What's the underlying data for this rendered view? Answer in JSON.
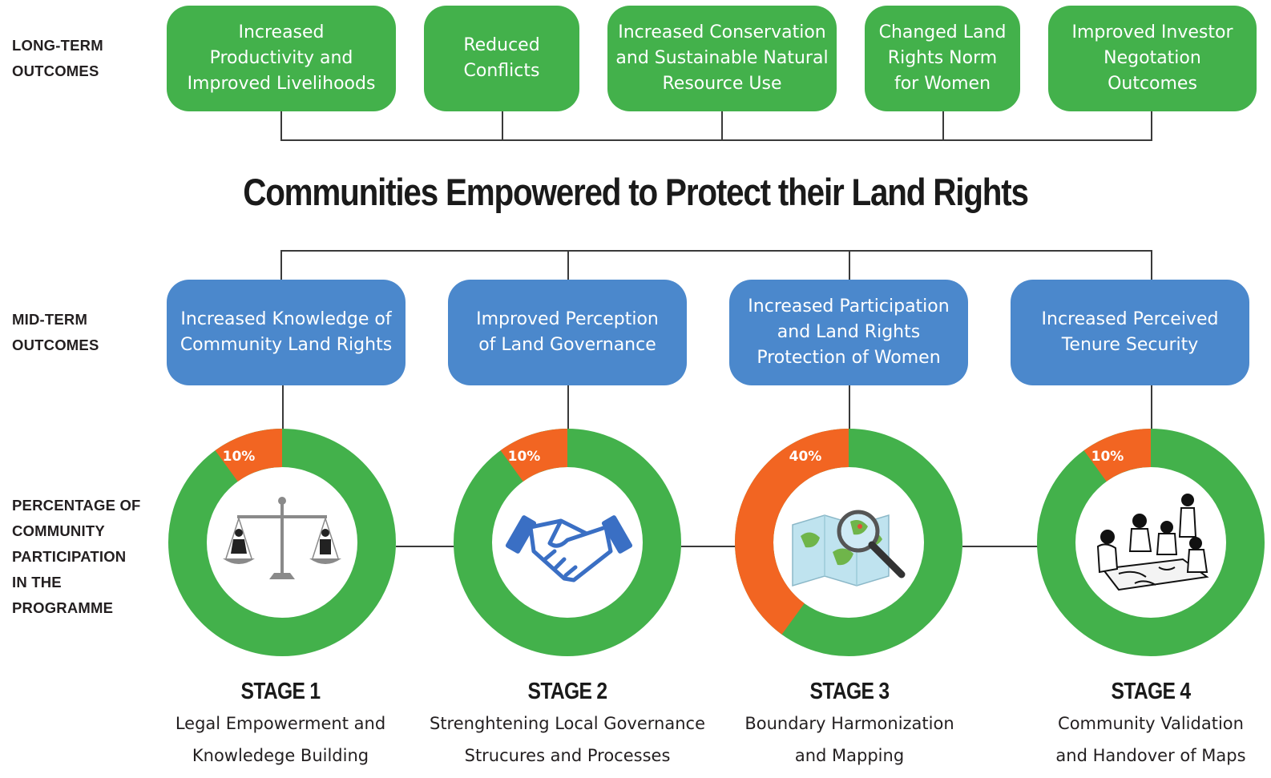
{
  "row_labels": {
    "long_term": [
      "LONG-TERM",
      "OUTCOMES"
    ],
    "mid_term": [
      "MID-TERM",
      "OUTCOMES"
    ],
    "participation": [
      "PERCENTAGE OF",
      "COMMUNITY",
      "PARTICIPATION",
      "IN THE",
      "PROGRAMME"
    ]
  },
  "title": "Communities Empowered to Protect their Land Rights",
  "long_term_outcomes": [
    [
      "Increased",
      "Productivity and",
      "Improved Livelihoods"
    ],
    [
      "Reduced",
      "Conflicts"
    ],
    [
      "Increased Conservation",
      "and Sustainable Natural",
      "Resource Use"
    ],
    [
      "Changed Land",
      "Rights Norm",
      "for Women"
    ],
    [
      "Improved Investor",
      "Negotation",
      "Outcomes"
    ]
  ],
  "mid_term_outcomes": [
    [
      "Increased Knowledge of",
      "Community Land Rights"
    ],
    [
      "Improved Perception",
      "of Land Governance"
    ],
    [
      "Increased Participation",
      "and Land Rights",
      "Protection of Women"
    ],
    [
      "Increased Perceived",
      "Tenure Security"
    ]
  ],
  "stages": [
    {
      "title": "STAGE 1",
      "desc": [
        "Legal Empowerment and",
        "Knowledege Building"
      ],
      "percent_label": "10%",
      "icon": "scales-of-justice-icon"
    },
    {
      "title": "STAGE 2",
      "desc": [
        "Strenghtening Local Governance",
        "Strucures and Processes"
      ],
      "percent_label": "10%",
      "icon": "handshake-icon"
    },
    {
      "title": "STAGE 3",
      "desc": [
        "Boundary Harmonization",
        "and Mapping"
      ],
      "percent_label": "40%",
      "icon": "map-magnifier-icon"
    },
    {
      "title": "STAGE 4",
      "desc": [
        "Community Validation",
        "and Handover of Maps"
      ],
      "percent_label": "10%",
      "icon": "community-mapping-icon"
    }
  ],
  "participation_fractions": [
    0.1,
    0.1,
    0.4,
    0.1
  ],
  "colors": {
    "green": "#43b14b",
    "blue": "#4b88cc",
    "orange": "#f26522",
    "line": "#3a3a3a"
  }
}
